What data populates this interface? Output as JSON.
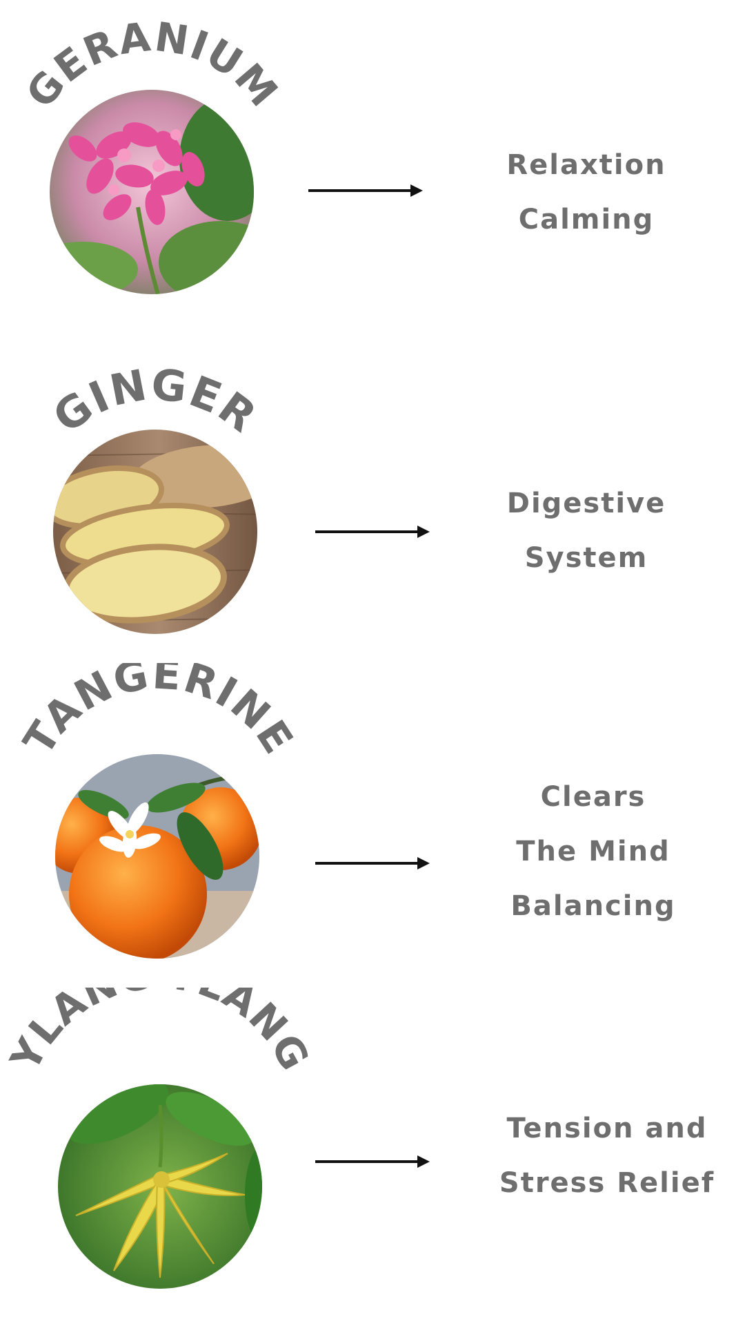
{
  "colors": {
    "label_gray": "#6e6e6e",
    "arrow_black": "#111111"
  },
  "items": [
    {
      "name": "GERANIUM",
      "image": "pink-geranium-flower-photo",
      "arrow_icon": "right-arrow-icon",
      "benefits": [
        "Relaxtion",
        "Calming"
      ]
    },
    {
      "name": "GINGER",
      "image": "sliced-ginger-root-photo",
      "arrow_icon": "right-arrow-icon",
      "benefits": [
        "Digestive",
        "System"
      ]
    },
    {
      "name": "TANGERINE",
      "image": "tangerines-with-blossom-photo",
      "arrow_icon": "right-arrow-icon",
      "benefits": [
        "Clears",
        "The Mind",
        "Balancing"
      ]
    },
    {
      "name": "YLANG-YLANG",
      "image": "yellow-ylang-ylang-flower-photo",
      "arrow_icon": "right-arrow-icon",
      "benefits": [
        "Tension and",
        "Stress Relief"
      ]
    }
  ]
}
